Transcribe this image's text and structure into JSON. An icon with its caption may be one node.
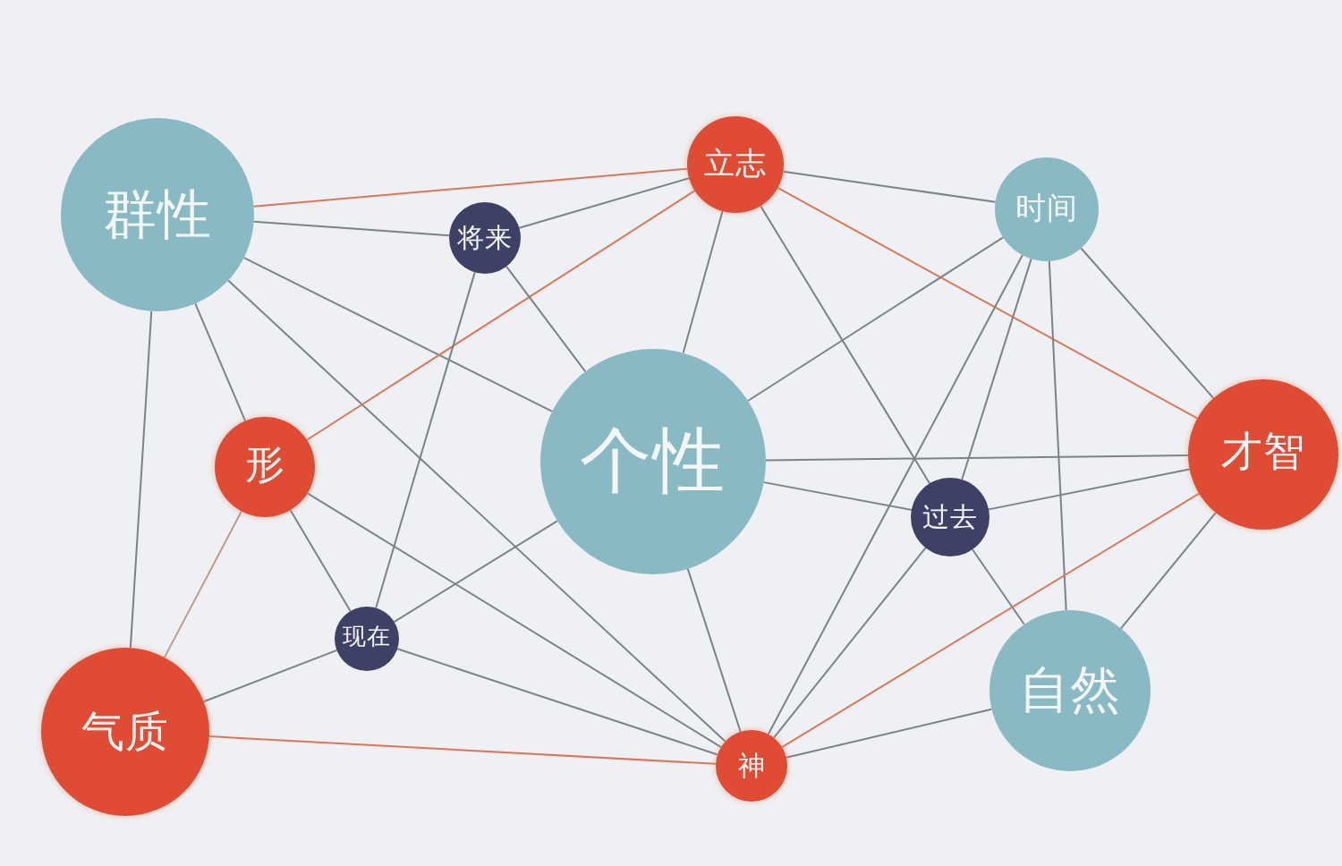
{
  "diagram": {
    "nodes": [
      {
        "text": [
          "群性"
        ]
      },
      {
        "text": [
          "立志"
        ]
      },
      {
        "text": [
          "将来"
        ]
      },
      {
        "text": [
          "时间"
        ]
      },
      {
        "text": [
          "形"
        ]
      },
      {
        "text": [
          "个性"
        ]
      },
      {
        "text": [
          "才智"
        ]
      },
      {
        "text": [
          "过去"
        ]
      },
      {
        "text": [
          "现在"
        ]
      },
      {
        "text": [
          "气质"
        ]
      },
      {
        "text": [
          "自然"
        ]
      },
      {
        "text": [
          "神"
        ]
      }
    ],
    "edges": [
      {
        "from": 0,
        "to": 1,
        "arrow": "none",
        "color": "#d9775a"
      },
      {
        "from": 0,
        "to": 2,
        "arrow": "none"
      },
      {
        "from": 0,
        "to": 5,
        "arrow": "none"
      },
      {
        "from": 0,
        "to": 11,
        "arrow": "none"
      },
      {
        "from": 0,
        "to": 4,
        "arrow": "none"
      },
      {
        "from": 0,
        "to": 9,
        "arrow": "none"
      },
      {
        "from": 1,
        "to": 2,
        "arrow": "none"
      },
      {
        "from": 1,
        "to": 4,
        "arrow": "none",
        "color": "#d9775a"
      },
      {
        "from": 1,
        "to": 5,
        "arrow": "none"
      },
      {
        "from": 1,
        "to": 7,
        "arrow": "none"
      },
      {
        "from": 1,
        "to": 3,
        "arrow": "none"
      },
      {
        "from": 1,
        "to": 6,
        "arrow": "none",
        "color": "#d9775a"
      },
      {
        "from": 2,
        "to": 8,
        "arrow": "none"
      },
      {
        "from": 2,
        "to": 5,
        "arrow": "none"
      },
      {
        "from": 3,
        "to": 5,
        "arrow": "none"
      },
      {
        "from": 3,
        "to": 10,
        "arrow": "none"
      },
      {
        "from": 3,
        "to": 7,
        "arrow": "none"
      },
      {
        "from": 3,
        "to": 11,
        "arrow": "none"
      },
      {
        "from": 3,
        "to": 6,
        "arrow": "none"
      },
      {
        "from": 5,
        "to": 6,
        "arrow": "none"
      },
      {
        "from": 5,
        "to": 7,
        "arrow": "none"
      },
      {
        "from": 5,
        "to": 8,
        "arrow": "none"
      },
      {
        "from": 5,
        "to": 11,
        "arrow": "none"
      },
      {
        "from": 7,
        "to": 6,
        "arrow": "none"
      },
      {
        "from": 7,
        "to": 10,
        "arrow": "none"
      },
      {
        "from": 7,
        "to": 11,
        "arrow": "none"
      },
      {
        "from": 6,
        "to": 11,
        "arrow": "none",
        "color": "#d9775a"
      },
      {
        "from": 6,
        "to": 10,
        "arrow": "none"
      },
      {
        "from": 10,
        "to": 11,
        "arrow": "none"
      },
      {
        "from": 4,
        "to": 8,
        "arrow": "none"
      },
      {
        "from": 4,
        "to": 9,
        "arrow": "none",
        "color": "#c09a86"
      },
      {
        "from": 4,
        "to": 11,
        "arrow": "none"
      },
      {
        "from": 8,
        "to": 9,
        "arrow": "none"
      },
      {
        "from": 8,
        "to": 11,
        "arrow": "none"
      },
      {
        "from": 9,
        "to": 11,
        "arrow": "none",
        "color": "#d9775a"
      }
    ]
  }
}
